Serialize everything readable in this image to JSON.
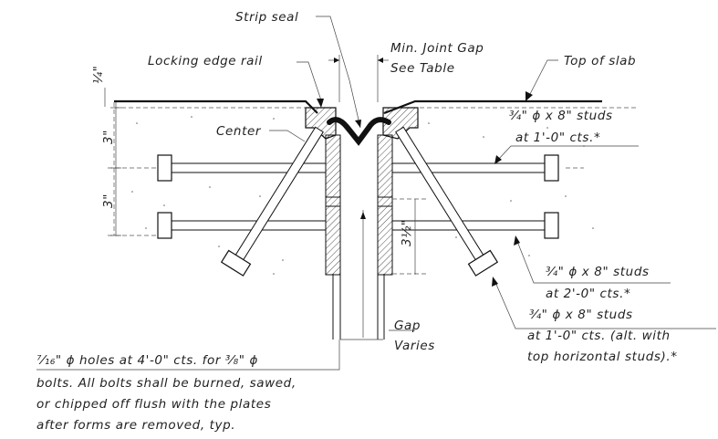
{
  "labels": {
    "strip_seal": "Strip seal",
    "locking_edge_rail": "Locking edge rail",
    "min_joint_gap": "Min. Joint Gap",
    "see_table": "See Table",
    "top_of_slab": "Top of slab",
    "center": "Center",
    "studs_top_1": "¾\" ϕ x 8\" studs",
    "studs_top_2": "at 1'-0\" cts.*",
    "studs_mid_1": "¾\" ϕ x 8\" studs",
    "studs_mid_2": "at 2'-0\" cts.*",
    "studs_low_1": "¾\" ϕ x 8\" studs",
    "studs_low_2": "at 1'-0\" cts. (alt. with",
    "studs_low_3": "top horizontal studs).*",
    "gap": "Gap",
    "varies": "Varies",
    "note_1": "⁷⁄₁₆\" ϕ holes at 4'-0\" cts. for ³⁄₈\" ϕ",
    "note_2": "bolts.  All bolts shall be burned, sawed,",
    "note_3": "or chipped off flush with the plates",
    "note_4": "after forms are removed, typ.",
    "dim_quarter": "¼\"",
    "dim_3_upper": "3\"",
    "dim_3_lower": "3\"",
    "dim_3_half": "3½\""
  }
}
